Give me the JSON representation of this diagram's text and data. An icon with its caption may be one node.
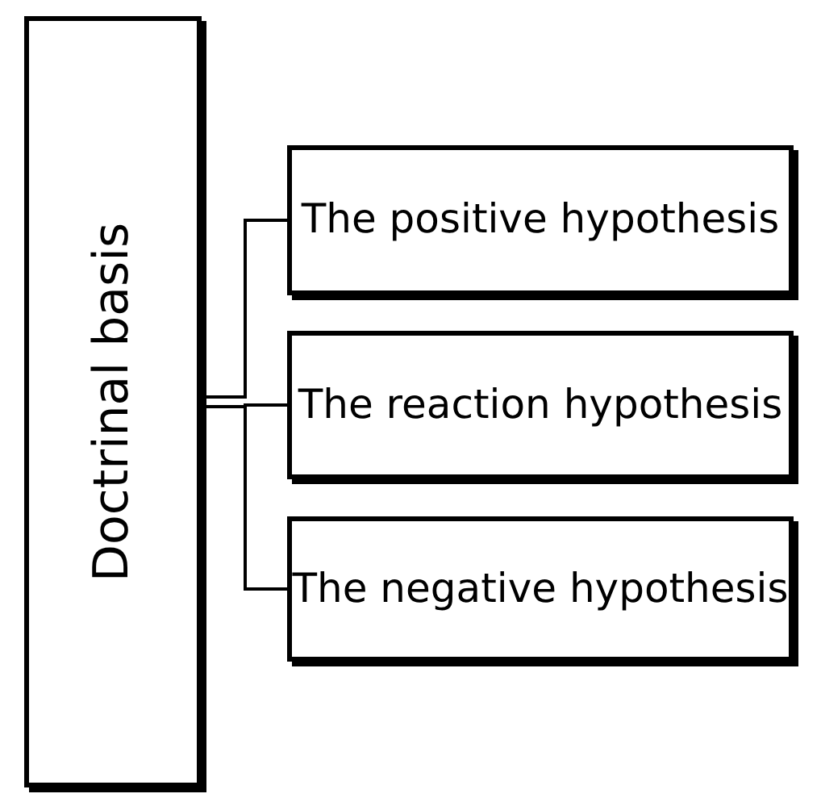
{
  "diagram": {
    "nodes": [
      {
        "text": [
          "Doctrinal basis"
        ]
      },
      {
        "text": [
          "The positive hypothesis"
        ]
      },
      {
        "text": [
          "The reaction hypothesis"
        ]
      },
      {
        "text": [
          "The negative hypothesis"
        ]
      }
    ],
    "edges": [
      {
        "from": 0,
        "to": 1,
        "arrow": "none"
      },
      {
        "from": 0,
        "to": 2,
        "arrow": "none"
      },
      {
        "from": 0,
        "to": 3,
        "arrow": "none"
      }
    ]
  }
}
